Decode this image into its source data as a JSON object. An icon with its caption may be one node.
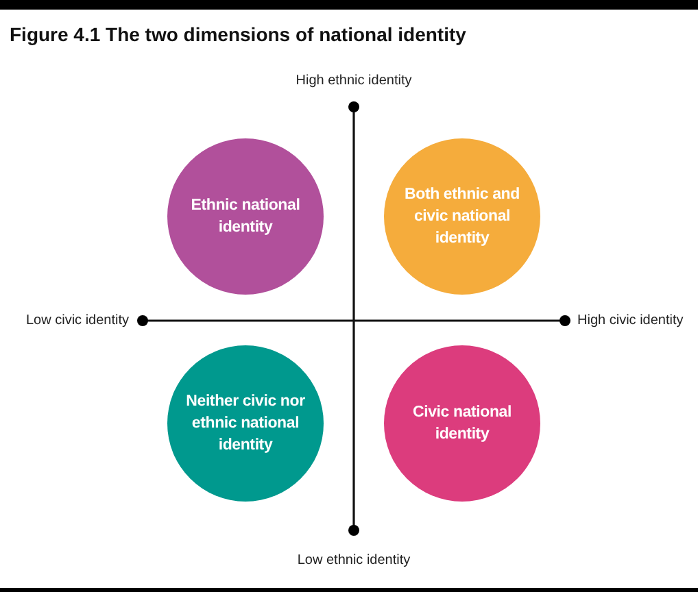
{
  "diagram": {
    "title": "Figure 4.1 The two dimensions of national identity",
    "nodes": [
      {
        "text": [
          "Ethnic national identity"
        ]
      },
      {
        "text": [
          "Both ethnic and civic national identity"
        ]
      },
      {
        "text": [
          "Neither civic nor ethnic national identity"
        ]
      },
      {
        "text": [
          "Civic national identity"
        ]
      }
    ],
    "labels": [
      "High ethnic identity",
      "Low civic identity",
      "High civic identity",
      "Low ethnic identity"
    ]
  }
}
